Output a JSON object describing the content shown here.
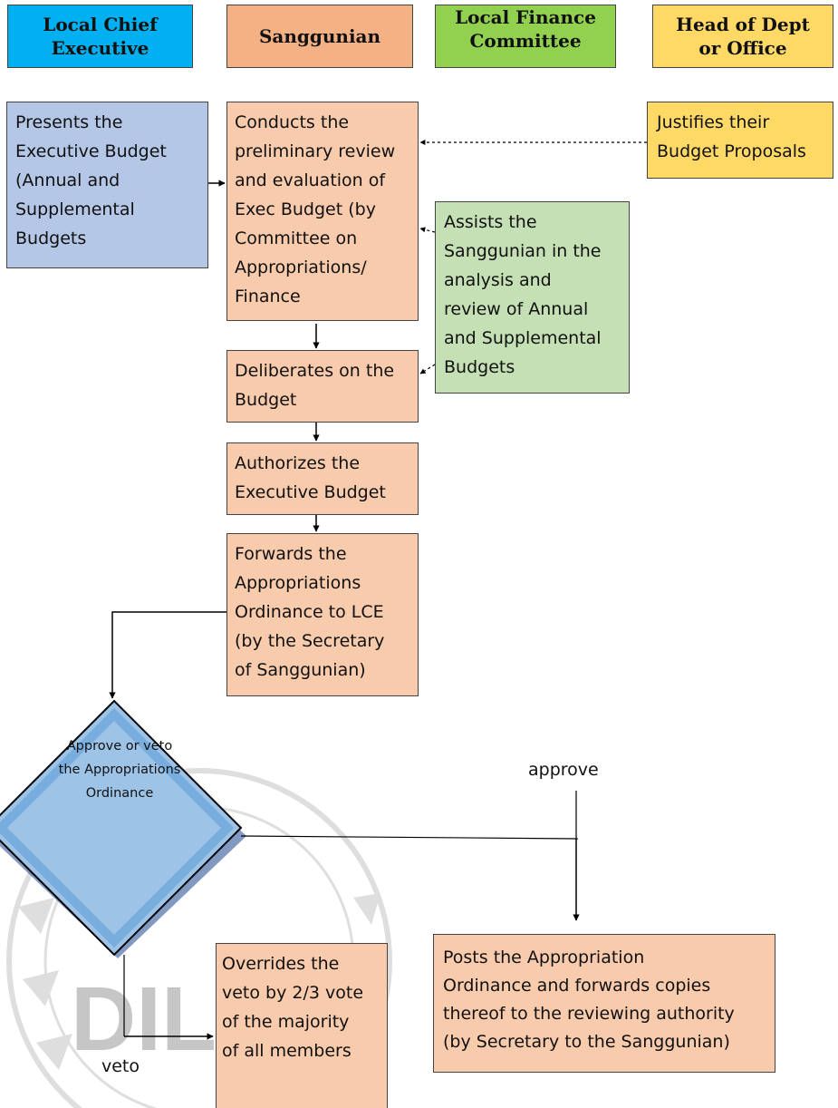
{
  "watermark": {
    "text": "DILG"
  },
  "lanes": {
    "lce": "Local Chief\nExecutive",
    "sanggunian": "Sanggunian",
    "lfc": "Local Finance\nCommittee",
    "head": "Head of Dept\nor Office"
  },
  "steps": {
    "lce_presents": "Presents the\nExecutive Budget\n(Annual and\nSupplemental\nBudgets",
    "sang_review": "Conducts the\npreliminary review\nand evaluation of\nExec Budget (by\nCommittee on\nAppropriations/\nFinance",
    "sang_deliberates": "Deliberates on the\nBudget",
    "sang_authorizes": "Authorizes the\nExecutive Budget",
    "sang_forwards": "Forwards the\nAppropriations\nOrdinance to LCE\n(by the Secretary\nof Sanggunian)",
    "head_justifies": "Justifies their\nBudget Proposals",
    "lfc_assists": "Assists the\nSanggunian in the\nanalysis and\nreview of Annual\nand Supplemental\nBudgets",
    "decision": "Approve or veto\nthe Appropriations\nOrdinance",
    "sang_overrides": "Overrides the\nveto by 2/3 vote\nof the majority\nof all members",
    "posts": "Posts the Appropriation\nOrdinance and forwards copies\nthereof to the reviewing authority\n(by Secretary to the Sanggunian)"
  },
  "edge_labels": {
    "approve": "approve",
    "veto": "veto"
  },
  "colors": {
    "lce_header": "#00b0f0",
    "sanggunian_header": "#f4b183",
    "lfc_header": "#92d050",
    "head_header": "#ffd966",
    "lce_step": "#b4c7e7",
    "sanggunian_step": "#f8cbad",
    "lfc_step": "#c5e0b4",
    "head_step": "#ffd966",
    "decision": "#9dc3e6"
  }
}
